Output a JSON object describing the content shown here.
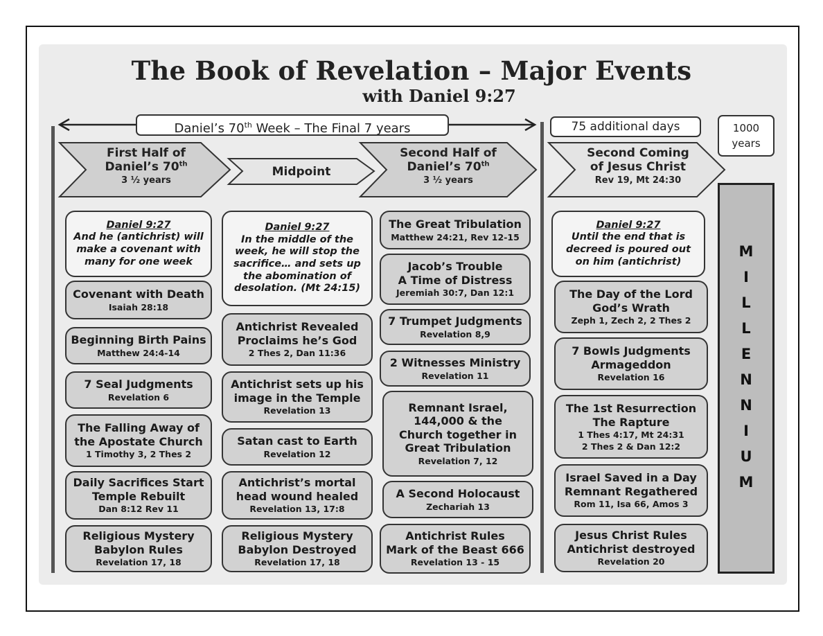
{
  "title": "The Book of Revelation – Major Events",
  "subtitle": "with Daniel 9:27",
  "top_labels": {
    "week_prefix": "Daniel’s 70",
    "week_sup": "th",
    "week_suffix": " Week – The Final 7 years",
    "additional_days": "75 additional days",
    "thousand_line1": "1000",
    "thousand_line2": "years"
  },
  "phases": [
    {
      "lines": [
        "First Half of",
        "Daniel’s 70",
        "th"
      ],
      "sub": "3 ½ years"
    },
    {
      "lines": [
        "Midpoint"
      ],
      "sub": ""
    },
    {
      "lines": [
        "Second Half of",
        "Daniel’s 70",
        "th"
      ],
      "sub": "3 ½ years"
    },
    {
      "lines": [
        "Second  Coming",
        "of Jesus Christ"
      ],
      "sub": "Rev 19, Mt 24:30"
    }
  ],
  "col1": [
    {
      "head": "Daniel 9:27",
      "text": [
        "And he (antichrist) will",
        "make a covenant with",
        "many for one week"
      ]
    },
    {
      "title": [
        "Covenant with Death"
      ],
      "ref": "Isaiah 28:18"
    },
    {
      "title": [
        "Beginning Birth Pains"
      ],
      "ref": "Matthew 24:4-14"
    },
    {
      "title": [
        "7 Seal Judgments"
      ],
      "ref": "Revelation 6"
    },
    {
      "title": [
        "The Falling Away of",
        "the Apostate Church"
      ],
      "ref": "1 Timothy 3, 2 Thes 2"
    },
    {
      "title": [
        "Daily Sacrifices  Start",
        "Temple Rebuilt"
      ],
      "ref": "Dan 8:12 Rev 11"
    },
    {
      "title": [
        "Religious Mystery",
        "Babylon Rules"
      ],
      "ref": "Revelation 17, 18"
    }
  ],
  "col2": [
    {
      "head": "Daniel 9:27",
      "text": [
        "In the middle of the",
        "week, he will stop the",
        "sacrifice… and sets up",
        "the abomination of",
        "desolation. (Mt 24:15)"
      ]
    },
    {
      "title": [
        "Antichrist Revealed",
        "Proclaims he’s God"
      ],
      "ref": "2 Thes 2, Dan 11:36"
    },
    {
      "title": [
        "Antichrist sets up his",
        "image in the Temple"
      ],
      "ref": "Revelation 13"
    },
    {
      "title": [
        "Satan cast to Earth"
      ],
      "ref": "Revelation 12"
    },
    {
      "title": [
        "Antichrist’s mortal",
        "head wound healed"
      ],
      "ref": "Revelation 13, 17:8"
    },
    {
      "title": [
        "Religious Mystery",
        "Babylon Destroyed"
      ],
      "ref": "Revelation 17, 18"
    }
  ],
  "col3": [
    {
      "title": [
        "The Great Tribulation"
      ],
      "ref": "Matthew 24:21, Rev 12-15"
    },
    {
      "title": [
        "Jacob’s Trouble",
        "A Time of Distress"
      ],
      "ref": "Jeremiah 30:7, Dan 12:1"
    },
    {
      "title": [
        "7 Trumpet Judgments"
      ],
      "ref": "Revelation 8,9"
    },
    {
      "title": [
        "2 Witnesses Ministry"
      ],
      "ref": "Revelation 11"
    },
    {
      "title": [
        "Remnant Israel,",
        "144,000 & the",
        "Church together in",
        "Great Tribulation"
      ],
      "ref": "Revelation 7, 12"
    },
    {
      "title": [
        "A Second Holocaust"
      ],
      "ref": "Zechariah 13"
    },
    {
      "title": [
        "Antichrist Rules",
        "Mark of the Beast 666"
      ],
      "ref": "Revelation 13 - 15"
    }
  ],
  "col4": [
    {
      "head": "Daniel 9:27",
      "text": [
        "Until the end that is",
        "decreed is poured out",
        "on him (antichrist)"
      ]
    },
    {
      "title": [
        "The Day of the Lord",
        "God’s Wrath"
      ],
      "ref": "Zeph 1, Zech 2, 2 Thes 2"
    },
    {
      "title": [
        "7 Bowls Judgments",
        "Armageddon"
      ],
      "ref": "Revelation 16"
    },
    {
      "title": [
        "The 1st Resurrection",
        "The Rapture"
      ],
      "ref": "1 Thes 4:17, Mt 24:31",
      "ref2": "2 Thes 2 & Dan 12:2"
    },
    {
      "title": [
        "Israel Saved in a Day",
        "Remnant Regathered"
      ],
      "ref": "Rom 11, Isa 66, Amos 3"
    },
    {
      "title": [
        "Jesus Christ Rules",
        "Antichrist destroyed"
      ],
      "ref": "Revelation 20"
    }
  ],
  "millennium": [
    "M",
    "I",
    "L",
    "L",
    "E",
    "N",
    "N",
    "I",
    "U",
    "M"
  ]
}
